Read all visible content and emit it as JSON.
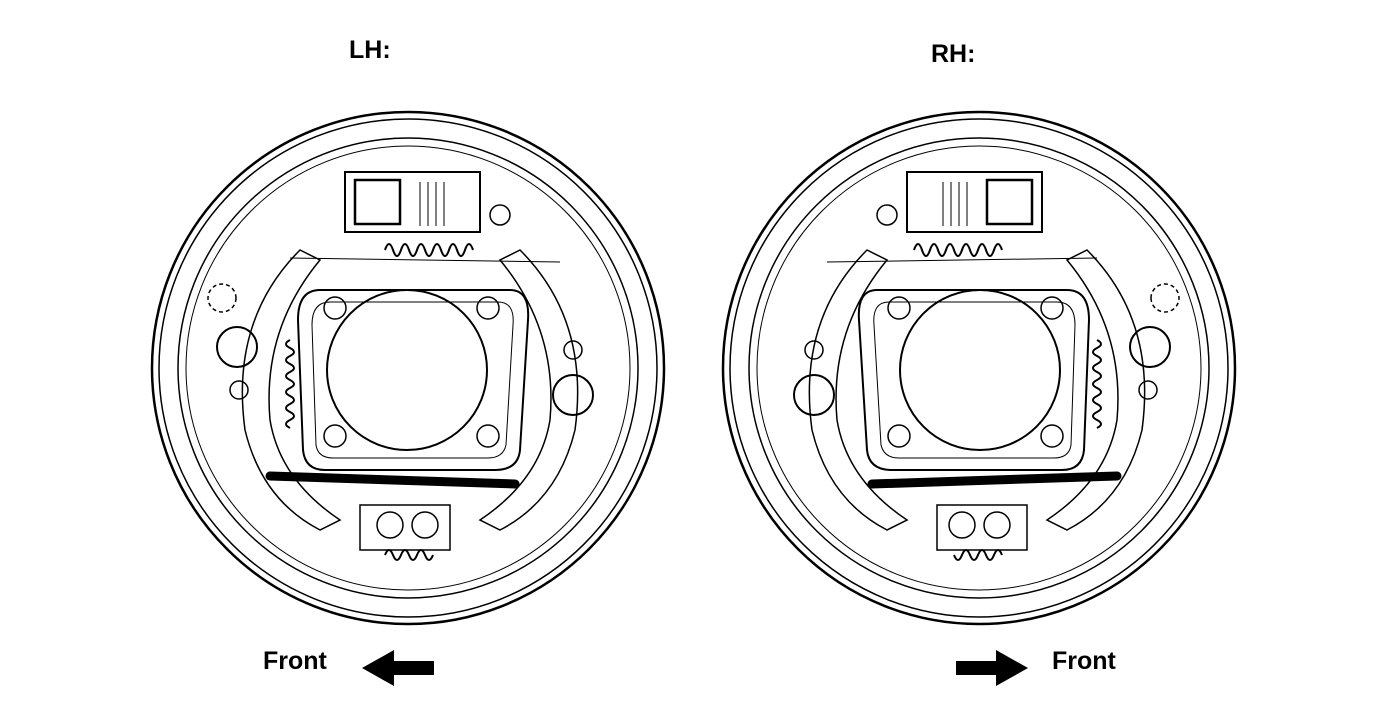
{
  "diagrams": [
    {
      "title": "LH:",
      "front_label": "Front",
      "arrow_direction": "left"
    },
    {
      "title": "RH:",
      "front_label": "Front",
      "arrow_direction": "right"
    }
  ],
  "colors": {
    "ink": "#000000",
    "paper": "#ffffff"
  }
}
